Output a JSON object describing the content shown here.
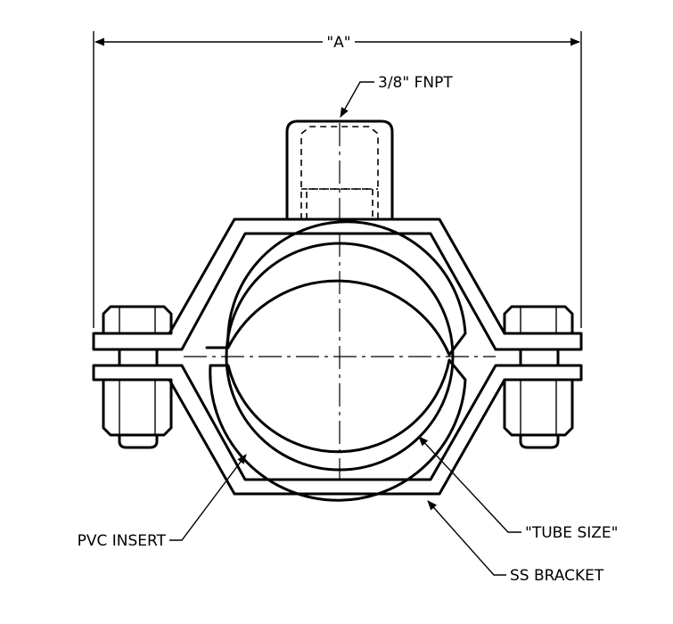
{
  "labels": {
    "dimension": "\"A\"",
    "fnpt": "3/8\" FNPT",
    "pvc_insert": "PVC INSERT",
    "tube_size": "\"TUBE SIZE\"",
    "ss_bracket": "SS BRACKET"
  }
}
